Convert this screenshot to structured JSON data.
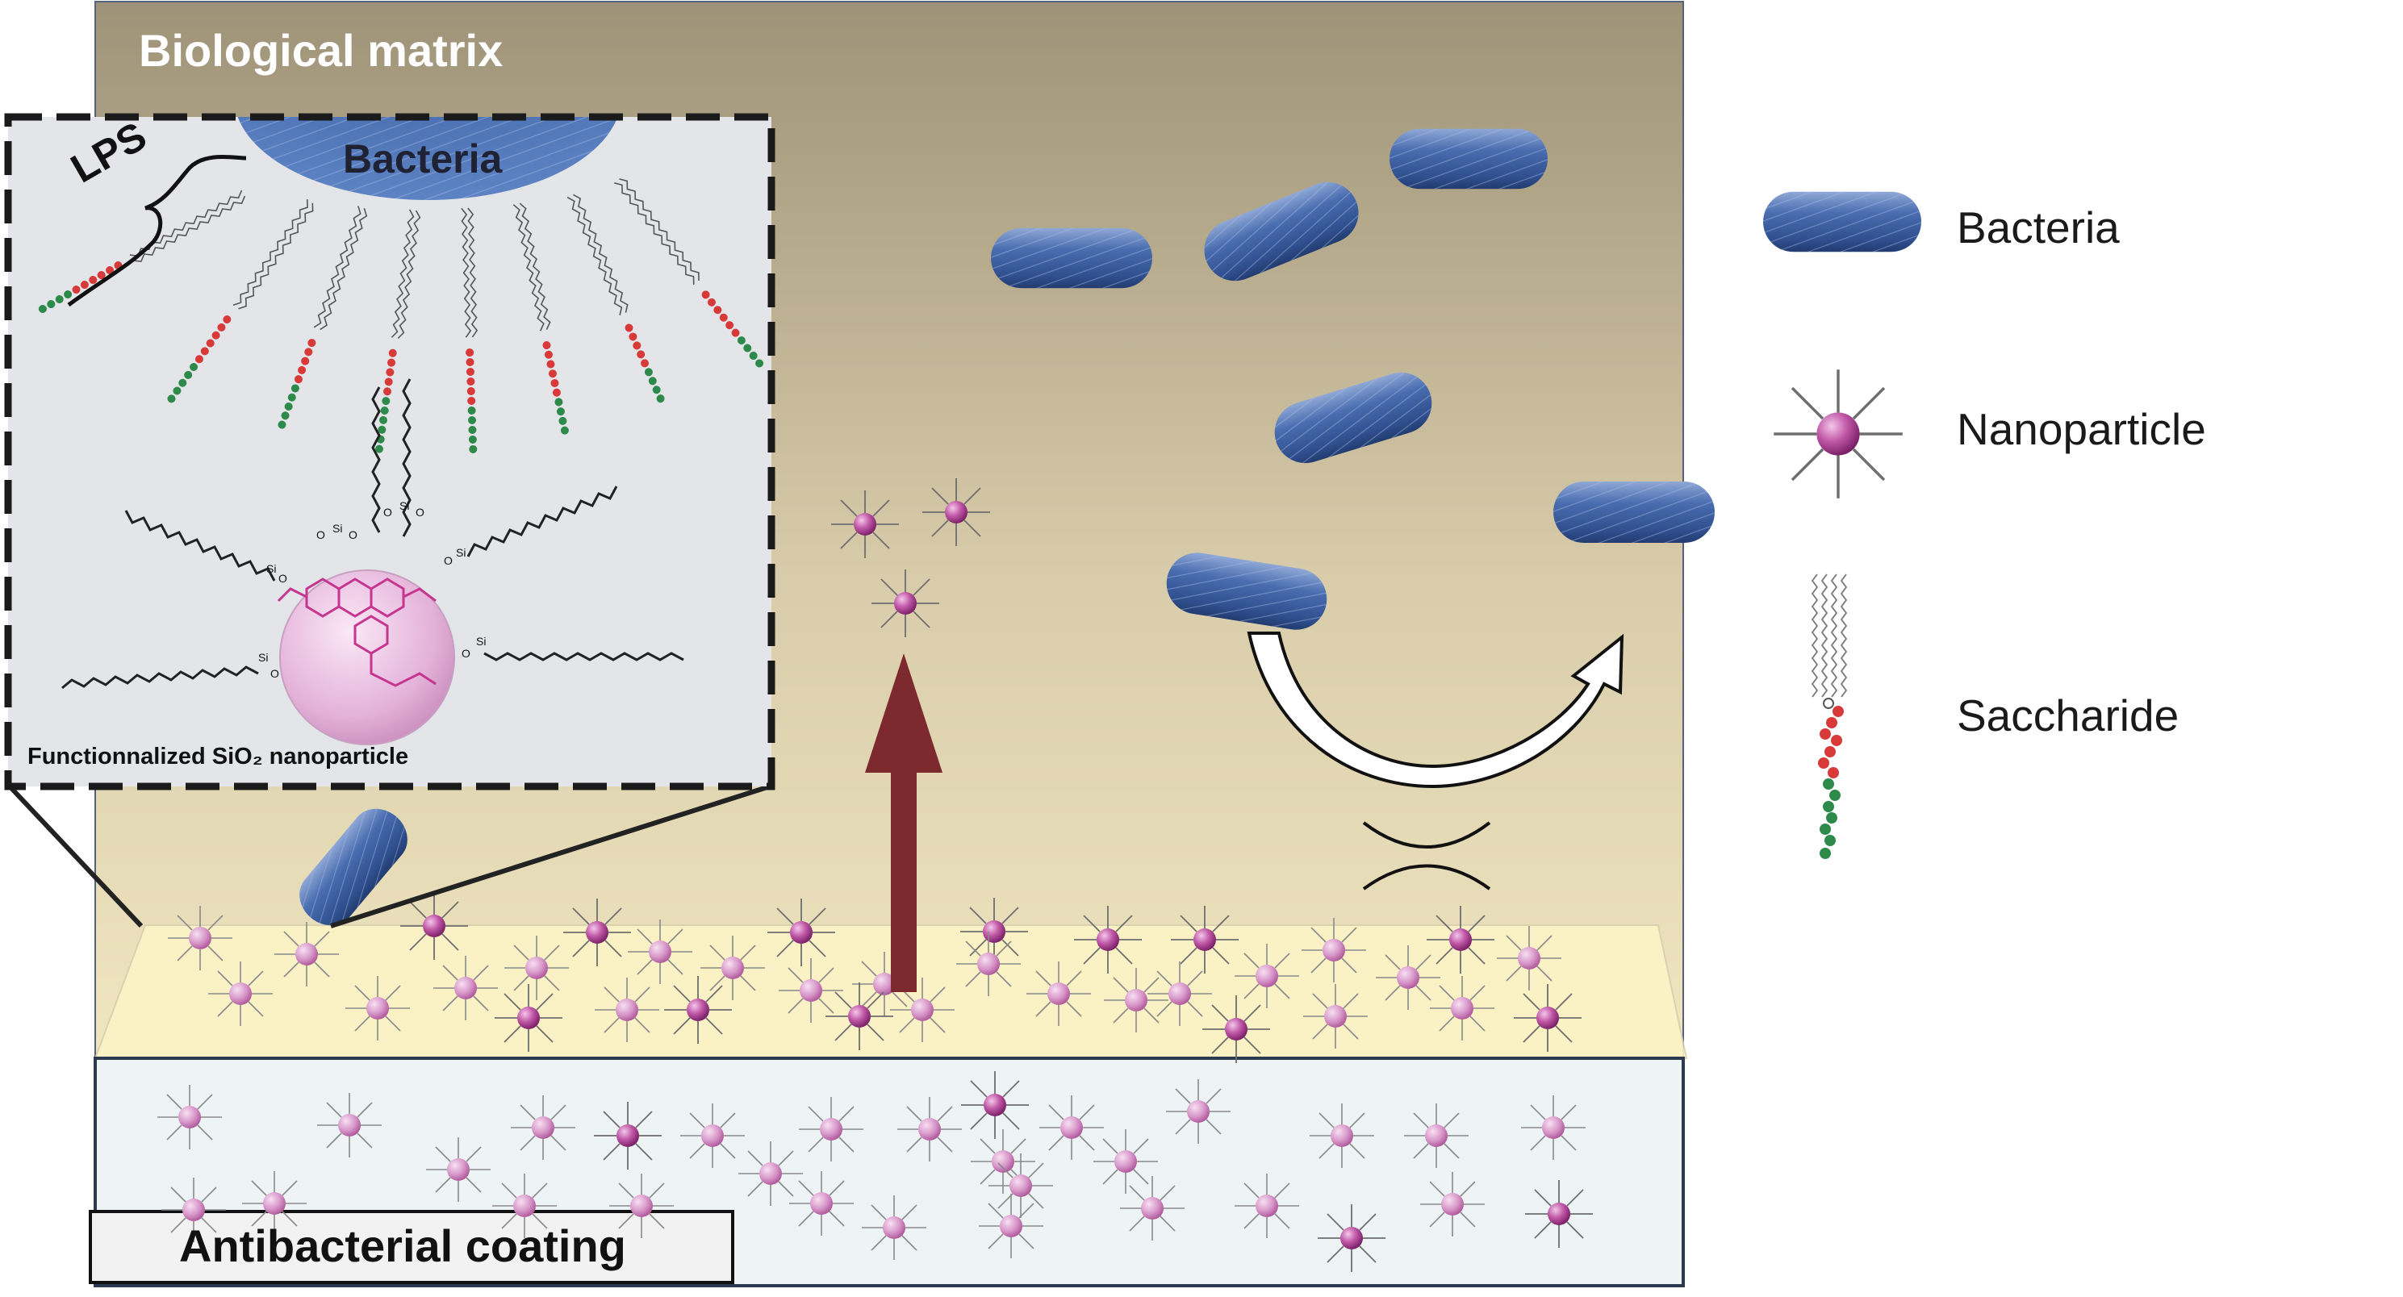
{
  "diagram": {
    "title": "Biological matrix",
    "inset_bacteria_label": "Bacteria",
    "inset_lps_label": "LPS",
    "inset_caption": "Functionnalized SiO₂ nanoparticle",
    "coating_label": "Antibacterial coating"
  },
  "legend": {
    "items": [
      {
        "label": "Bacteria",
        "icon": "bacteria-rod-icon"
      },
      {
        "label": "Nanoparticle",
        "icon": "nanoparticle-icon"
      },
      {
        "label": "Saccharide",
        "icon": "saccharide-chain-icon"
      }
    ]
  },
  "colors": {
    "matrix_top": "#9e9278",
    "matrix_bottom": "#faf0c8",
    "bacteria": "#3f62a6",
    "nanoparticle": "#b4409c",
    "release_arrow": "#7d2a2e",
    "saccharide_red": "#d83a3a",
    "saccharide_green": "#2d8a4a",
    "dye": "#c6358f"
  }
}
